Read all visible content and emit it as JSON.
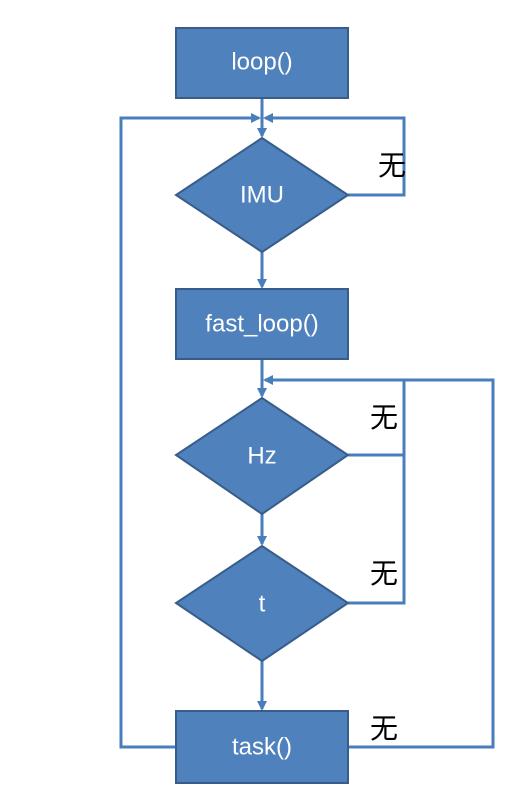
{
  "colors": {
    "node_fill": "#4f81bd",
    "node_stroke": "#385d8a",
    "edge": "#4a7ebb",
    "node_text": "#ffffff",
    "edge_text": "#000000"
  },
  "nodes": {
    "loop": "loop()",
    "imu": "IMU",
    "fast_loop": "fast_loop()",
    "hz": "Hz",
    "t": "t",
    "task": "task()"
  },
  "edge_labels": {
    "imu_no": "无",
    "hz_no": "无",
    "t_no": "无",
    "task_no": "无"
  }
}
